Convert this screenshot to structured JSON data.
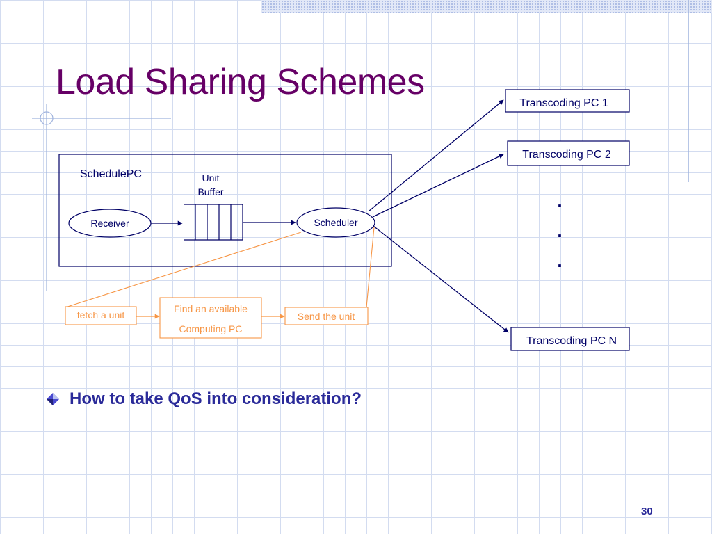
{
  "slide": {
    "title": "Load Sharing Schemes",
    "bullet": "How to take QoS into consideration?",
    "page_number": "30"
  },
  "diagram": {
    "container_label": "SchedulePC",
    "buffer_label_line1": "Unit",
    "buffer_label_line2": "Buffer",
    "receiver_label": "Receiver",
    "scheduler_label": "Scheduler",
    "targets": {
      "pc1": "Transcoding PC 1",
      "pc2": "Transcoding PC 2",
      "pcn": "Transcoding PC N"
    },
    "ellipsis_dots": [
      ".",
      ".",
      "."
    ],
    "steps": {
      "fetch": "fetch a unit",
      "find_line1": "Find an available",
      "find_line2": "Computing PC",
      "send": "Send the unit"
    }
  },
  "colors": {
    "title": "#660066",
    "navy": "#000066",
    "orange": "#f79646",
    "bullet_text": "#2a2a99"
  }
}
